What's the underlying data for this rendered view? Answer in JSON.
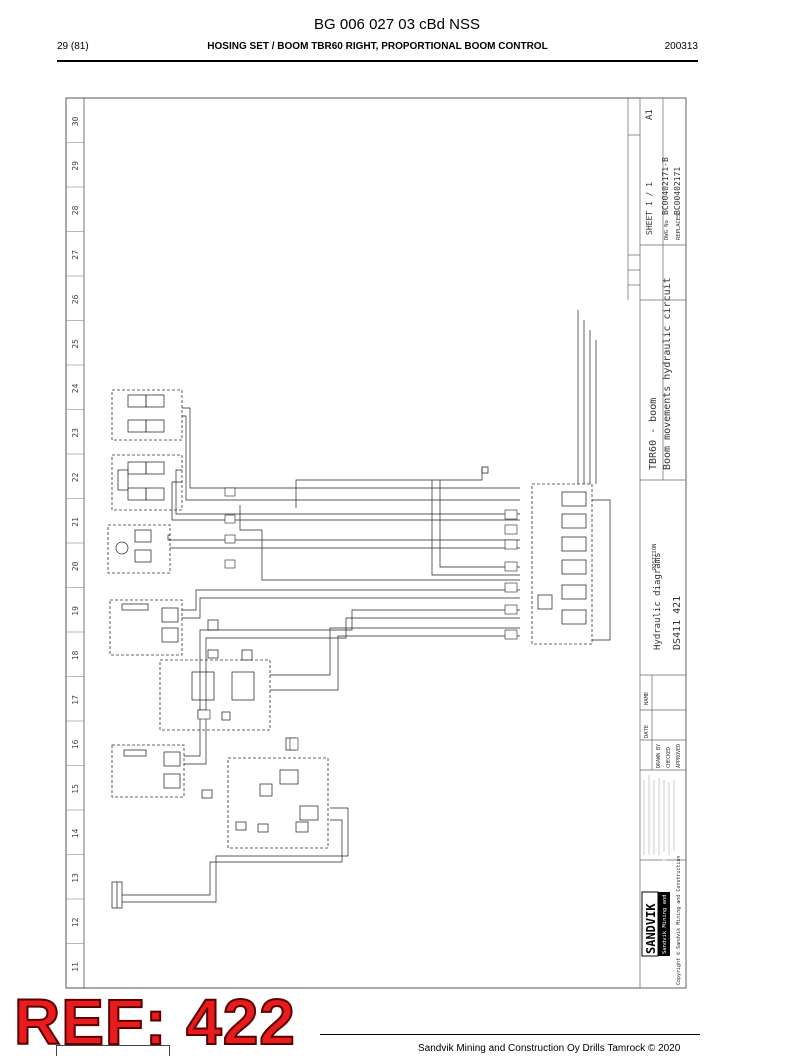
{
  "header": {
    "doc_title": "BG 006 027 03 cBd NSS",
    "page": "29 (81)",
    "section_title": "HOSING SET / BOOM TBR60 RIGHT, PROPORTIONAL BOOM CONTROL",
    "date": "200313"
  },
  "drawing": {
    "column_numbers": [
      "30",
      "29",
      "28",
      "27",
      "26",
      "25",
      "24",
      "23",
      "22",
      "21",
      "20",
      "19",
      "18",
      "17",
      "16",
      "15",
      "14",
      "13",
      "12",
      "11"
    ],
    "title_line1": "TBR60 - boom",
    "title_line2": "Boom movements hydraulic circuit",
    "category": "Hydraulic diagrams",
    "drawing_code": "DS411 421",
    "sheet": "SHEET  1 / 1",
    "dwg_no_label": "DWG No",
    "dwg_no": "BC00402171-B",
    "replaces_label": "REPLACES",
    "replaces": "BC00402171",
    "revision": "A1",
    "name_label": "NAME",
    "date_label": "DATE",
    "drawn_by_label": "DRAWN BY",
    "checked_label": "CHECKED",
    "approved_label": "APPROVED",
    "position_label": "POSITION",
    "company": "SANDVIK",
    "company_sub": "Sandvik Mining and Construction",
    "copyright": "Copyright © Sandvik Mining and Construction"
  },
  "watermark": "REF: 422",
  "footer": {
    "text": "Sandvik Mining and Construction Oy Drills Tamrock © 2020"
  }
}
